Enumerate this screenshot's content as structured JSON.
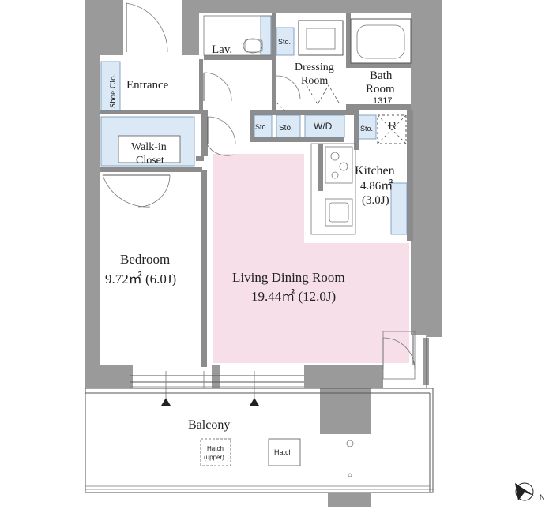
{
  "rooms": {
    "lavatory": "Lav.",
    "dressing_line1": "Dressing",
    "dressing_line2": "Room",
    "bath_line1": "Bath",
    "bath_line2": "Room",
    "bath_size": "1317",
    "entrance": "Entrance",
    "shoe_closet": "Shoe Clo.",
    "walkin_line1": "Walk-in",
    "walkin_line2": "Closet",
    "storage": "Sto.",
    "washer_dryer": "W/D",
    "refrigerator": "R",
    "kitchen_name": "Kitchen",
    "kitchen_area": "4.86㎡",
    "kitchen_jo": "(3.0J)",
    "bedroom_name": "Bedroom",
    "bedroom_area": "9.72㎡ (6.0J)",
    "living_name": "Living Dining Room",
    "living_area": "19.44㎡ (12.0J)",
    "balcony": "Balcony",
    "hatch_upper_line1": "Hatch",
    "hatch_upper_line2": "(upper)",
    "hatch": "Hatch"
  },
  "compass": {
    "label": "N"
  },
  "colors": {
    "living_fill": "#f6dfe9",
    "storage_fill": "#dbe9f7",
    "wall": "#9a9a9a"
  }
}
